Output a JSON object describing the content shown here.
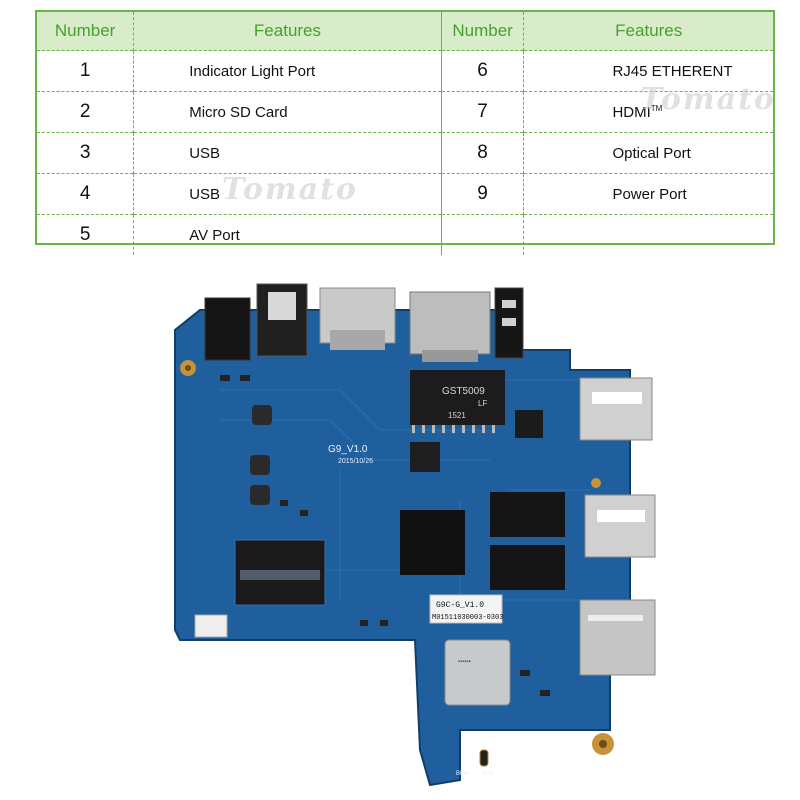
{
  "table": {
    "headers": [
      "Number",
      "Features",
      "Number",
      "Features"
    ],
    "rows": [
      {
        "n1": "1",
        "f1": "Indicator Light Port",
        "n2": "6",
        "f2": "RJ45 ETHERENT"
      },
      {
        "n1": "2",
        "f1": "Micro SD Card",
        "n2": "7",
        "f2": "HDMI",
        "f2_sup": "TM"
      },
      {
        "n1": "3",
        "f1": "USB",
        "n2": "8",
        "f2": "Optical Port"
      },
      {
        "n1": "4",
        "f1": "USB",
        "n2": "9",
        "f2": "Power Port"
      },
      {
        "n1": "5",
        "f1": "AV Port",
        "n2": "",
        "f2": ""
      }
    ]
  },
  "watermark": "Tomato",
  "board": {
    "model_silk": "G9_V1.0",
    "date_silk": "2015/10/26",
    "chip_top": "GST5009",
    "chip_top_lf": "LF",
    "chip_top_code": "1521",
    "sticker_line1": "G9C-G_V1.0",
    "sticker_line2": "M01511030003-0303",
    "led_labels": [
      "Blue",
      "Red"
    ],
    "colors": {
      "pcb": "#1f5f9e",
      "pcb_dark": "#174c80",
      "accent_green": "#45a02c",
      "table_border": "#6ab44a",
      "header_bg": "#d8ecc9"
    }
  }
}
